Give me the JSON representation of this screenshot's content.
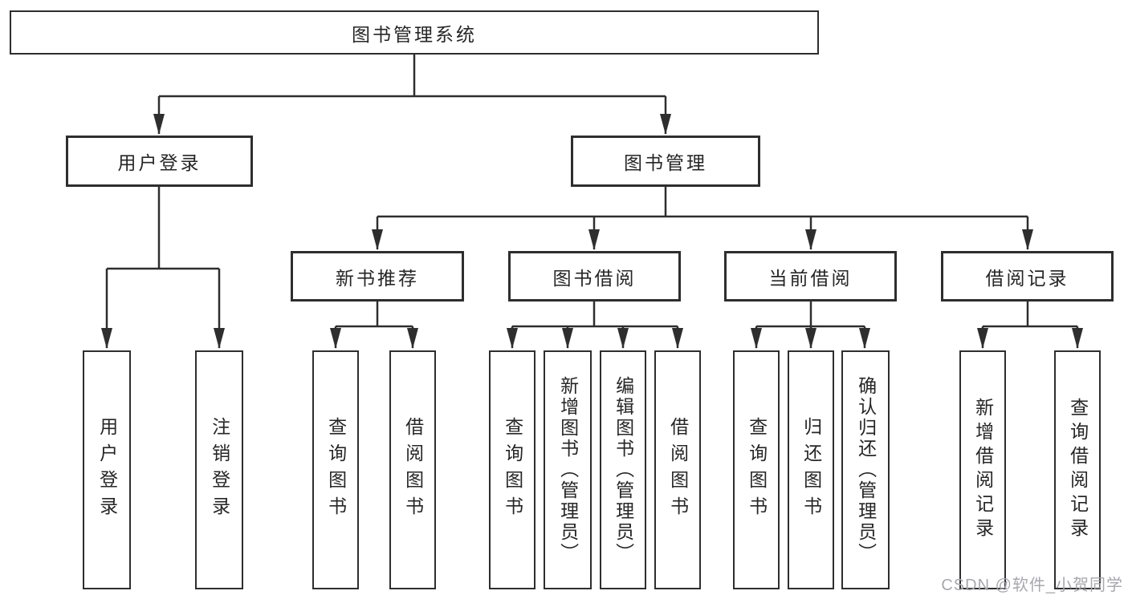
{
  "title": "图书管理系统",
  "tree": {
    "label": "图书管理系统",
    "children": [
      {
        "label": "用户登录",
        "children": [
          {
            "label": "用户登录"
          },
          {
            "label": "注销登录"
          }
        ]
      },
      {
        "label": "图书管理",
        "children": [
          {
            "label": "新书推荐",
            "children": [
              {
                "label": "查询图书"
              },
              {
                "label": "借阅图书"
              }
            ]
          },
          {
            "label": "图书借阅",
            "children": [
              {
                "label": "查询图书"
              },
              {
                "label": "新增图书（管理员）"
              },
              {
                "label": "编辑图书（管理员）"
              },
              {
                "label": "借阅图书"
              }
            ]
          },
          {
            "label": "当前借阅",
            "children": [
              {
                "label": "查询图书"
              },
              {
                "label": "归还图书"
              },
              {
                "label": "确认归还（管理员）"
              }
            ]
          },
          {
            "label": "借阅记录",
            "children": [
              {
                "label": "新增借阅记录"
              },
              {
                "label": "查询借阅记录"
              }
            ]
          }
        ]
      }
    ]
  },
  "watermark": {
    "text": "CSDN @软件_小贺同学"
  },
  "colors": {
    "background": "#ffffff",
    "line": "#2e2e2e",
    "box_border": "#2e2e2e",
    "box_fill": "#ffffff",
    "text": "#262626",
    "watermark": "#a7a7af"
  }
}
